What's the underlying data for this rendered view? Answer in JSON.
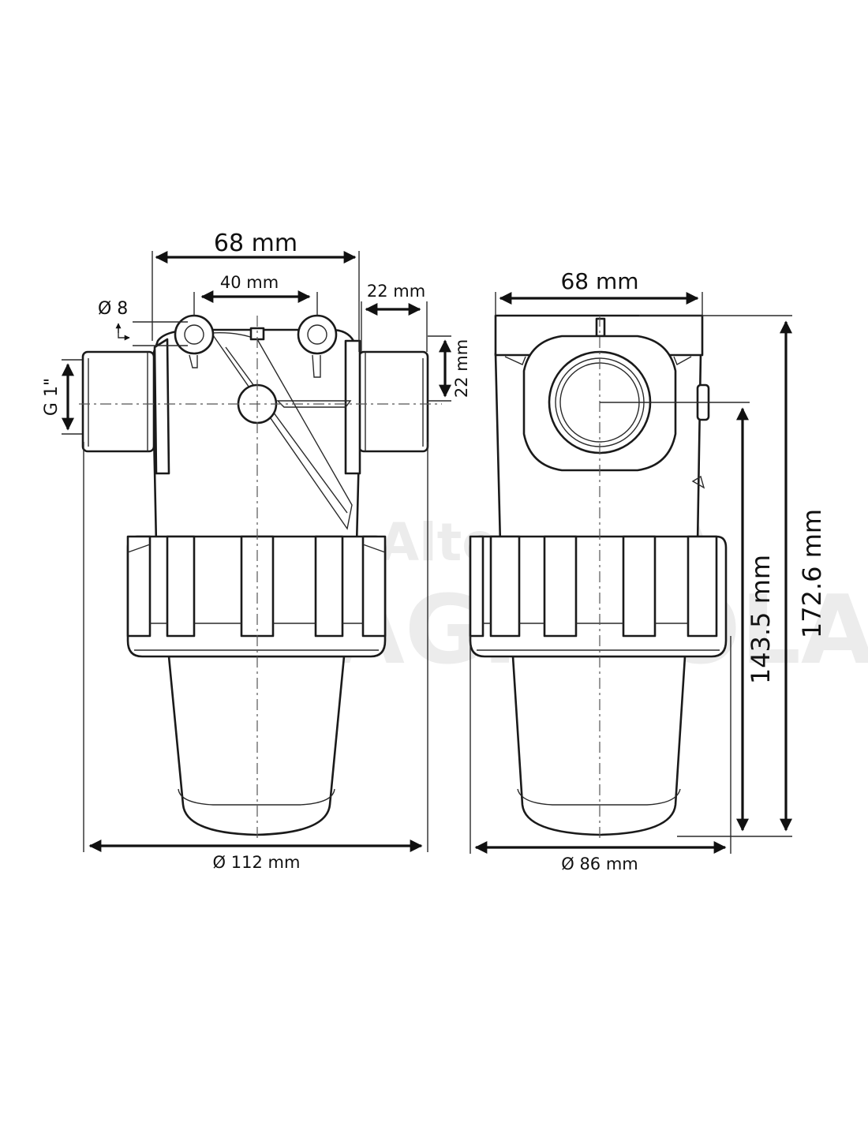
{
  "diagram": {
    "watermark": {
      "line1": "AlternativA",
      "line2": "AGRICOLA"
    },
    "front_view": {
      "dim_top_width": "68 mm",
      "dim_port_spacing": "40 mm",
      "dim_port_diameter": "Ø 8",
      "dim_thread": "G 1\"",
      "dim_outlet_length": "22 mm",
      "dim_outlet_height": "22 mm",
      "dim_ring_diameter": "Ø 112 mm"
    },
    "side_view": {
      "dim_top_width": "68 mm",
      "dim_bore_height": "143.5 mm",
      "dim_total_height": "172.6 mm",
      "dim_ring_diameter": "Ø 86 mm"
    }
  }
}
